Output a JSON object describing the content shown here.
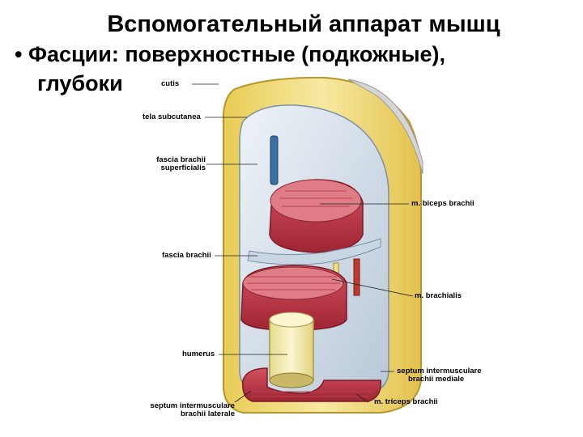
{
  "slide": {
    "title": "Вспомогательный аппарат мышц",
    "bullet_marker": "•",
    "bullet_term": "Фасции:",
    "bullet_text": "поверхностные (подкожные),",
    "bullet_text_line2": "глубоки"
  },
  "figure": {
    "labels": {
      "cutis": "cutis",
      "tela_subcutanea": "tela subcutanea",
      "fascia_superficialis_1": "fascia brachii",
      "fascia_superficialis_2": "superficialis",
      "biceps": "m. biceps brachii",
      "fascia_brachii": "fascia brachii",
      "brachialis": "m. brachialis",
      "humerus": "humerus",
      "septum_mediale_1": "septum intermusculare",
      "septum_mediale_2": "brachii mediale",
      "triceps": "m. triceps brachii",
      "septum_laterale_1": "septum intermusculare",
      "septum_laterale_2": "brachii laterale"
    },
    "colors": {
      "skin": "#f2e28a",
      "skin_edge": "#c9a93a",
      "fascia": "#d9e3ee",
      "muscle": "#c23b4a",
      "muscle_light": "#e58a92",
      "bone": "#f3ecb0",
      "vessel": "#3b6fa0"
    }
  }
}
